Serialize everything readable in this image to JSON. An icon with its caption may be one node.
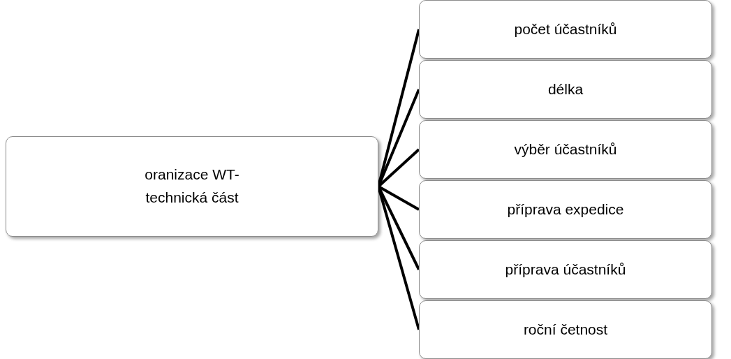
{
  "diagram": {
    "nodes": [
      {
        "text": [
          "oranizace WT- technická část"
        ]
      },
      {
        "text": [
          "počet účastníků"
        ]
      },
      {
        "text": [
          "délka"
        ]
      },
      {
        "text": [
          "výběr účastníků"
        ]
      },
      {
        "text": [
          "příprava expedice"
        ]
      },
      {
        "text": [
          "příprava účastníků"
        ]
      },
      {
        "text": [
          "roční četnost"
        ]
      }
    ],
    "edges": [
      {
        "from": 0,
        "to": 1,
        "arrow": "none"
      },
      {
        "from": 0,
        "to": 2,
        "arrow": "none"
      },
      {
        "from": 0,
        "to": 3,
        "arrow": "none"
      },
      {
        "from": 0,
        "to": 4,
        "arrow": "none"
      },
      {
        "from": 0,
        "to": 5,
        "arrow": "none"
      },
      {
        "from": 0,
        "to": 6,
        "arrow": "none"
      }
    ]
  }
}
